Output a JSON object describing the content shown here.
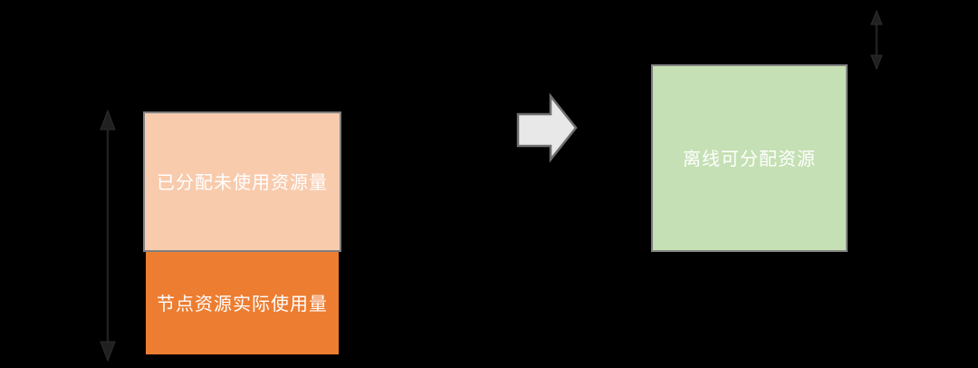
{
  "page": {
    "background_color": "#000000"
  },
  "colors": {
    "allocated_unused_box_fill": "#F8CBAD",
    "actual_usage_box_fill": "#ED7D31",
    "offline_allocatable_box_fill": "#C5E0B4",
    "box_border": "#808080",
    "label_text": "#FFFFFF",
    "transform_arrow_fill": "#E8E8E8",
    "transform_arrow_stroke": "#6F6F6F",
    "measure_arrow": "#202020"
  },
  "diagram": {
    "left_stack": {
      "top_box_label": "已分配未使用资源量",
      "bottom_box_label": "节点资源实际使用量"
    },
    "right_box": {
      "label": "离线可分配资源"
    },
    "icons": {
      "left_measure": "vertical-double-arrow-icon",
      "transform": "right-block-arrow-icon",
      "right_measure": "vertical-double-arrow-icon"
    }
  }
}
